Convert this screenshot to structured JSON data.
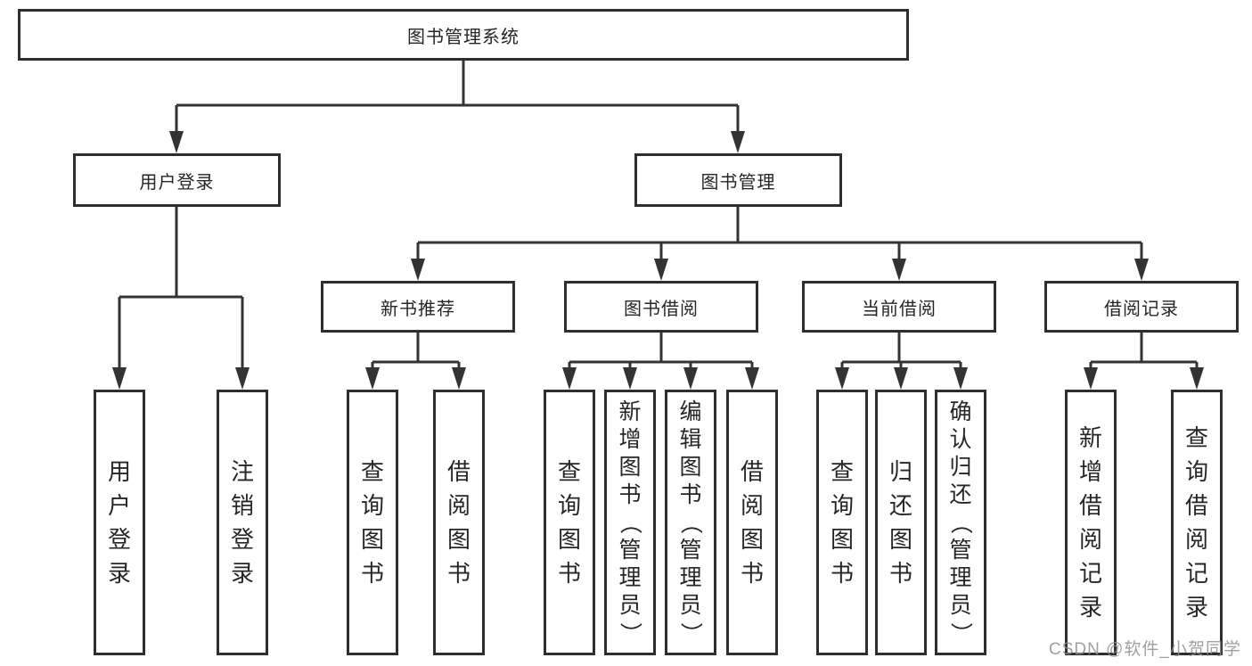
{
  "diagram": {
    "tree": {
      "root": {
        "label": "图书管理系统"
      },
      "children": [
        {
          "label": "用户登录",
          "children": [
            {
              "label": "用户登录"
            },
            {
              "label": "注销登录"
            }
          ]
        },
        {
          "label": "图书管理",
          "children": [
            {
              "label": "新书推荐",
              "children": [
                {
                  "label": "查询图书"
                },
                {
                  "label": "借阅图书"
                }
              ]
            },
            {
              "label": "图书借阅",
              "children": [
                {
                  "label": "查询图书"
                },
                {
                  "label": "新增图书（管理员）"
                },
                {
                  "label": "编辑图书（管理员）"
                },
                {
                  "label": "借阅图书"
                }
              ]
            },
            {
              "label": "当前借阅",
              "children": [
                {
                  "label": "查询图书"
                },
                {
                  "label": "归还图书"
                },
                {
                  "label": "确认归还（管理员）"
                }
              ]
            },
            {
              "label": "借阅记录",
              "children": [
                {
                  "label": "新增借阅记录"
                },
                {
                  "label": "查询借阅记录"
                }
              ]
            }
          ]
        }
      ]
    },
    "colors": {
      "line": "#333333",
      "box_border": "#2e2e2e",
      "text": "#262626",
      "watermark": "#8f8f8f"
    }
  },
  "watermark": {
    "text": "CSDN @软件_小贺同学"
  }
}
